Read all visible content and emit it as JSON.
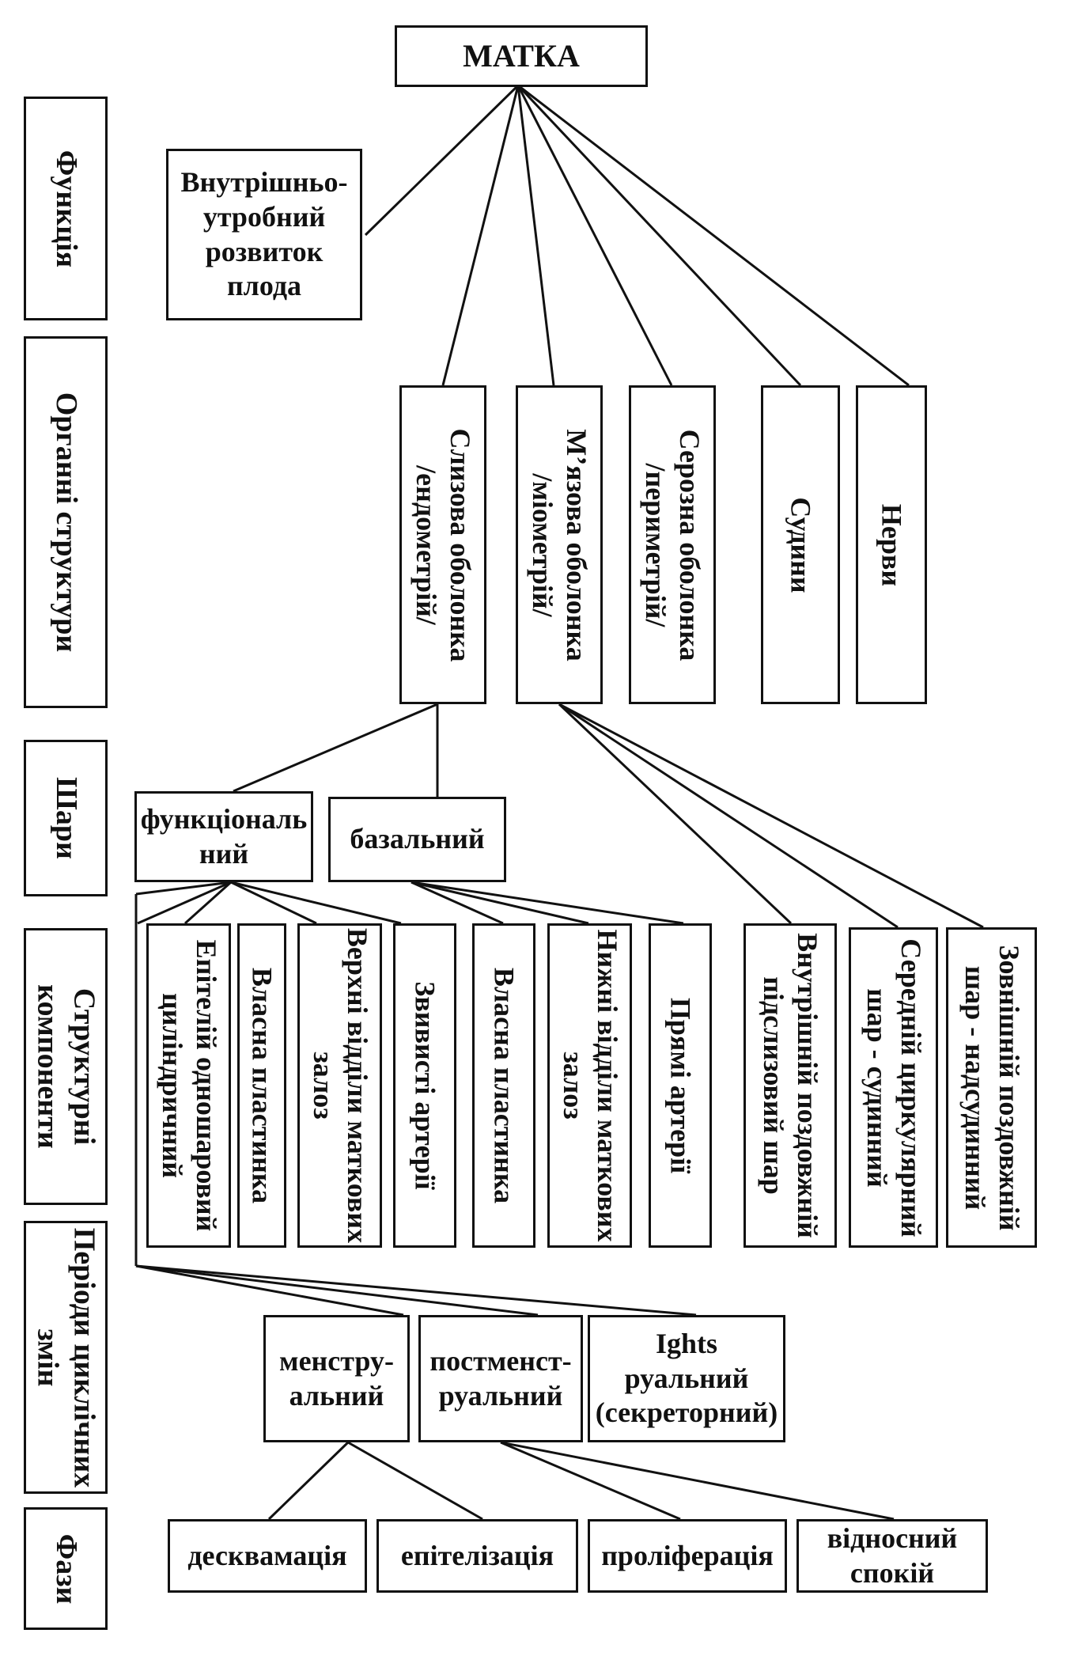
{
  "root": "МАТКА",
  "categories": {
    "function": "Функція",
    "organ_structures": "Органні структури",
    "layers": "Шари",
    "components": [
      "Структурні",
      "компоненти"
    ],
    "periods": [
      "Періоди циклічних",
      "змін"
    ],
    "phases": "Фази"
  },
  "function_box": [
    "Внутрішньо-",
    "утробний",
    "розвиток",
    "плода"
  ],
  "structures": {
    "mucosa": [
      "Слизова оболонка",
      "/ендометрій/"
    ],
    "muscular": [
      "М’язова оболонка",
      "/міометрій/"
    ],
    "serosa": [
      "Серозна оболонка",
      "/периметрій/"
    ],
    "vessels": "Судини",
    "nerves": "Нерви"
  },
  "layers": {
    "functional": [
      "функціональ",
      "ний"
    ],
    "basal": "базальний"
  },
  "components": {
    "epithelium": [
      "Епітелій одношаровий",
      "циліндричний"
    ],
    "lamina1": "Власна пластинка",
    "upper_glands": [
      "Верхні відділи маткових",
      "залоз"
    ],
    "spiral_arteries": "Звивисті артерії",
    "lamina2": "Власна пластинка",
    "lower_glands": [
      "Нижні відділи маткових",
      "залоз"
    ],
    "straight_arteries": "Прямі артерії",
    "inner_layer": [
      "Внутрішній поздовжній",
      "підслизовий шар"
    ],
    "middle_layer": [
      "Середній циркулярний",
      "шар - судинний"
    ],
    "outer_layer": [
      "Зовнішній поздовжній",
      "шар - надсудинний"
    ]
  },
  "periods": {
    "menstrual": [
      "менстру-",
      "альний"
    ],
    "postmenstrual": [
      "постменст-",
      "руальний"
    ],
    "premenstrual": [
      "Ights",
      "руальний",
      "(секреторний)"
    ]
  },
  "phases": {
    "desquamation": "десквамація",
    "epithelization": "епітелізація",
    "proliferation": "проліферація",
    "rest": [
      "відносний",
      "спокій"
    ]
  }
}
